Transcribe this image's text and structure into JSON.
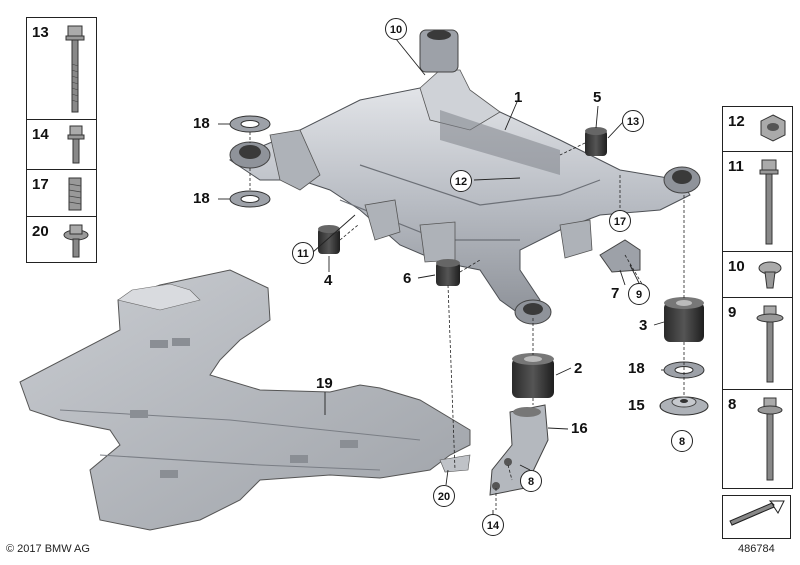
{
  "copyright": "© 2017 BMW AG",
  "diagram_id": "486784",
  "left_panel": [
    {
      "num": "13",
      "icon": "long-bolt-icon"
    },
    {
      "num": "14",
      "icon": "short-bolt-icon"
    },
    {
      "num": "17",
      "icon": "stud-icon"
    },
    {
      "num": "20",
      "icon": "washer-screw-icon"
    }
  ],
  "right_panel": [
    {
      "num": "12",
      "icon": "hex-nut-icon"
    },
    {
      "num": "11",
      "icon": "long-bolt-icon"
    },
    {
      "num": "10",
      "icon": "push-rivet-icon"
    },
    {
      "num": "9",
      "icon": "collar-bolt-icon"
    },
    {
      "num": "8",
      "icon": "flange-bolt-icon"
    }
  ],
  "callouts_plain": {
    "c1": "1",
    "c2": "2",
    "c3": "3",
    "c4": "4",
    "c5": "5",
    "c6": "6",
    "c7": "7",
    "c15": "15",
    "c16": "16",
    "c18a": "18",
    "c18b": "18",
    "c18c": "18",
    "c19": "19"
  },
  "callouts_circled": {
    "c8a": "8",
    "c8b": "8",
    "c9": "9",
    "c10": "10",
    "c11": "11",
    "c12": "12",
    "c13": "13",
    "c14": "14",
    "c17": "17",
    "c20": "20"
  }
}
